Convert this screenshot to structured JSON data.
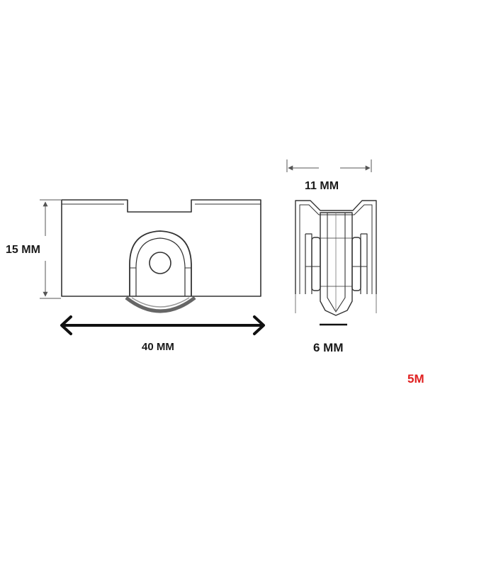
{
  "labels": {
    "height": "15 MM",
    "length": "40 MM",
    "width": "11 MM",
    "wheel_width": "6 MM",
    "code": "5M"
  },
  "colors": {
    "line": "#333333",
    "arrow": "#111111",
    "code": "#e02020"
  }
}
